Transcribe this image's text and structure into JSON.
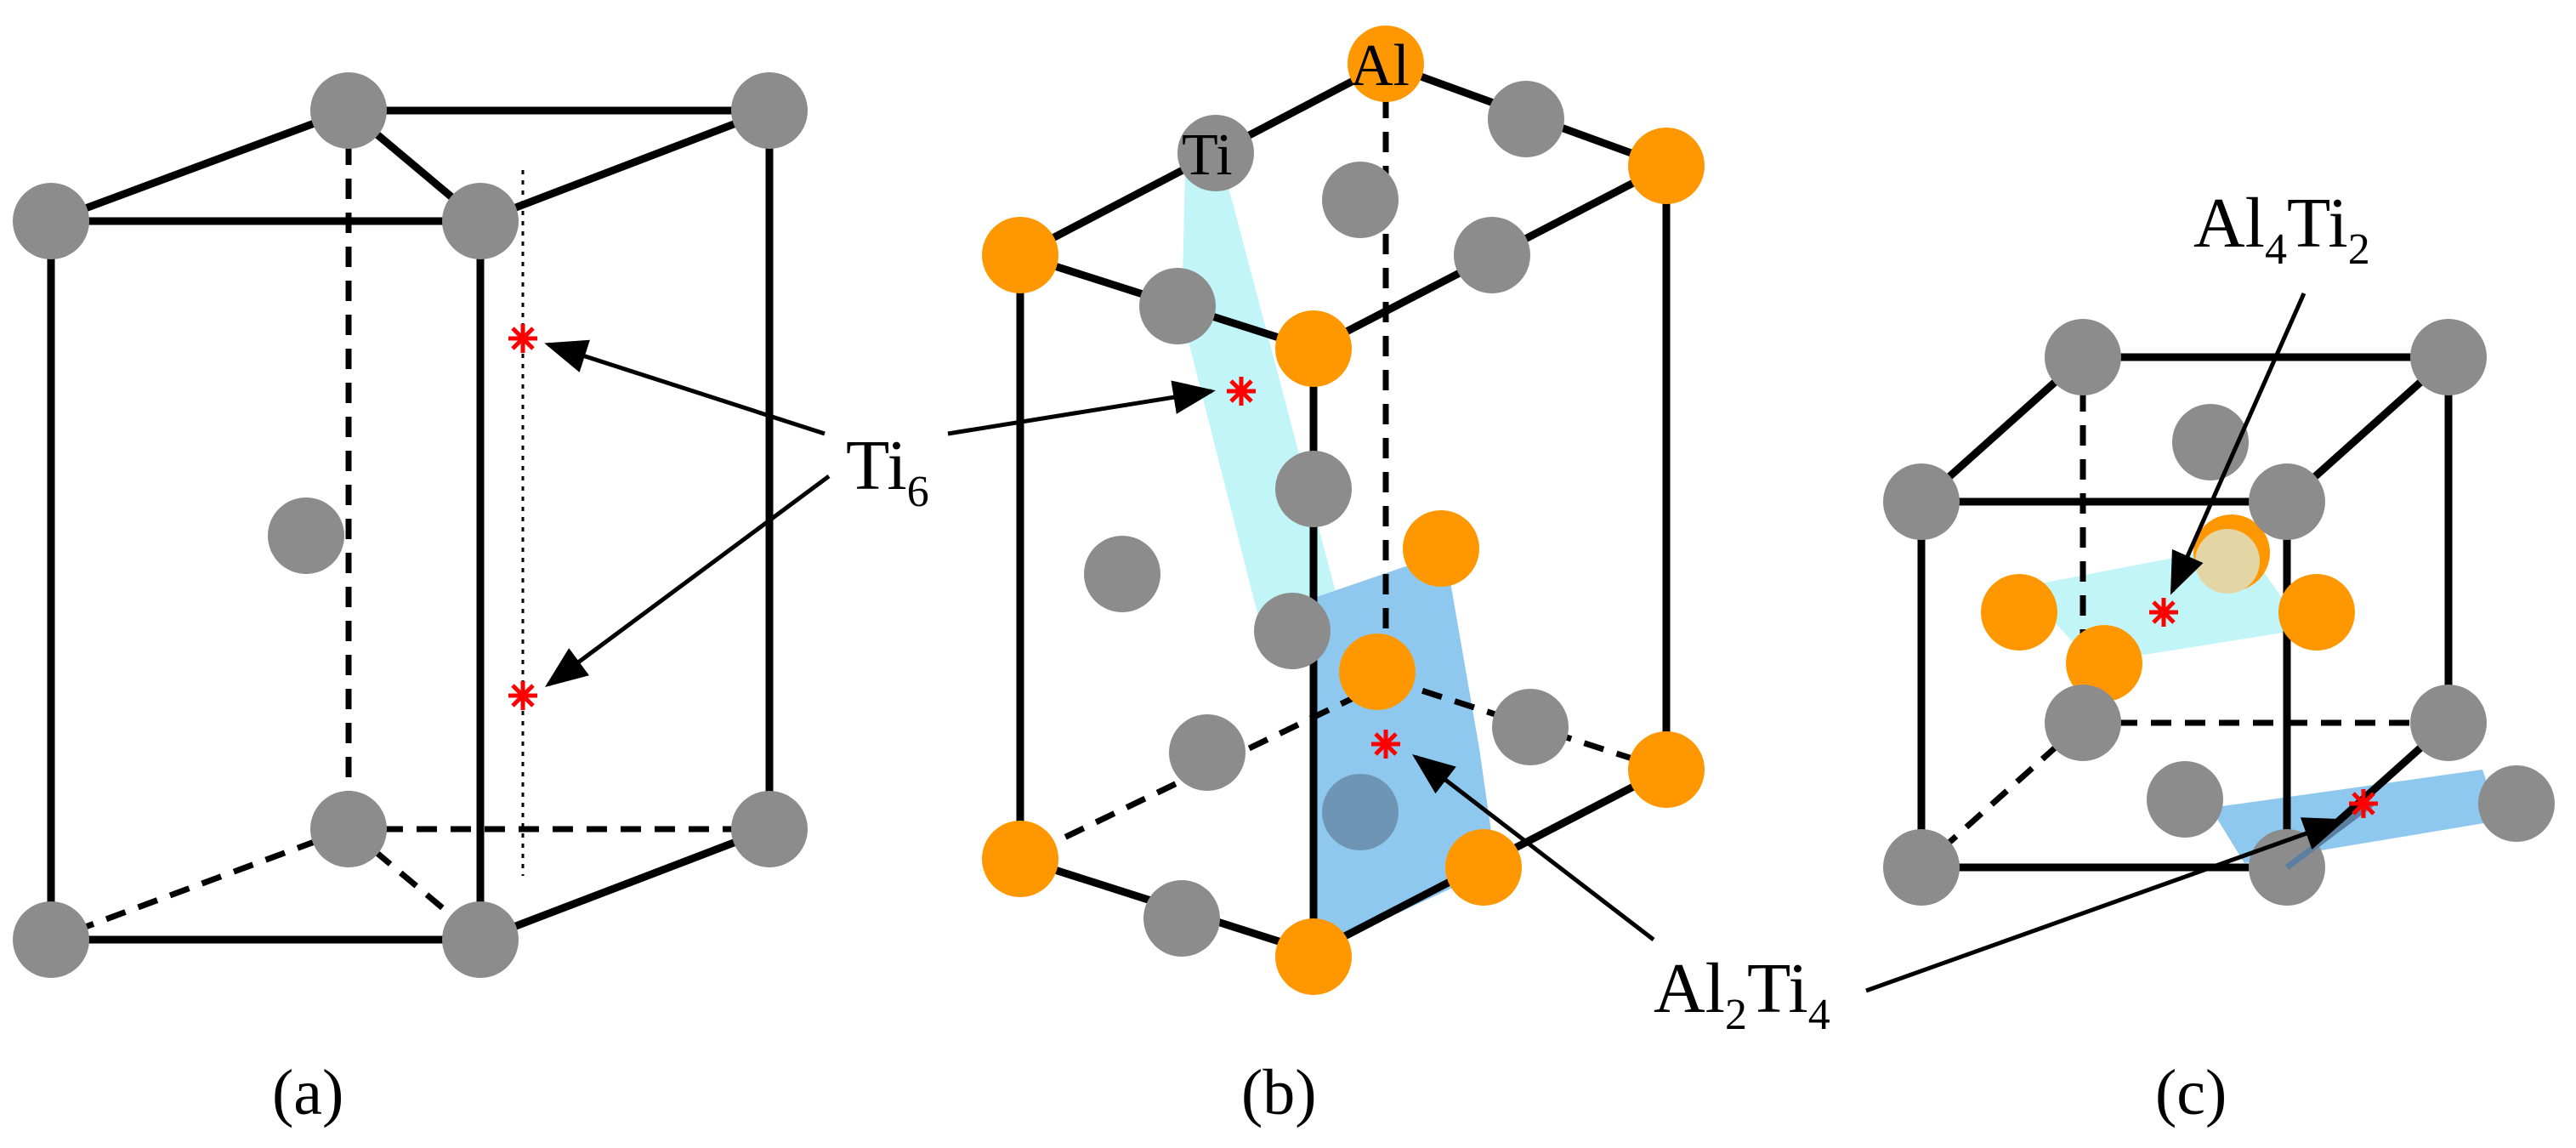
{
  "colors": {
    "ti_atom": "#8c8c8c",
    "al_atom": "#ff9800",
    "site_marker": "#ff0000",
    "plane_light": "#c2f5f7",
    "plane_dark": "#8ec8ef",
    "line": "#000000"
  },
  "atom_labels": {
    "al": "Al",
    "ti": "Ti"
  },
  "site_labels": {
    "ti6": {
      "base": "Ti",
      "sub": "6"
    },
    "al2ti4": {
      "base1": "Al",
      "sub1": "2",
      "base2": "Ti",
      "sub2": "4"
    },
    "al4ti2": {
      "base1": "Al",
      "sub1": "4",
      "base2": "Ti",
      "sub2": "2"
    }
  },
  "panels": {
    "a": "(a)",
    "b": "(b)",
    "c": "(c)"
  },
  "marker_icon": "asterisk-marker-icon"
}
